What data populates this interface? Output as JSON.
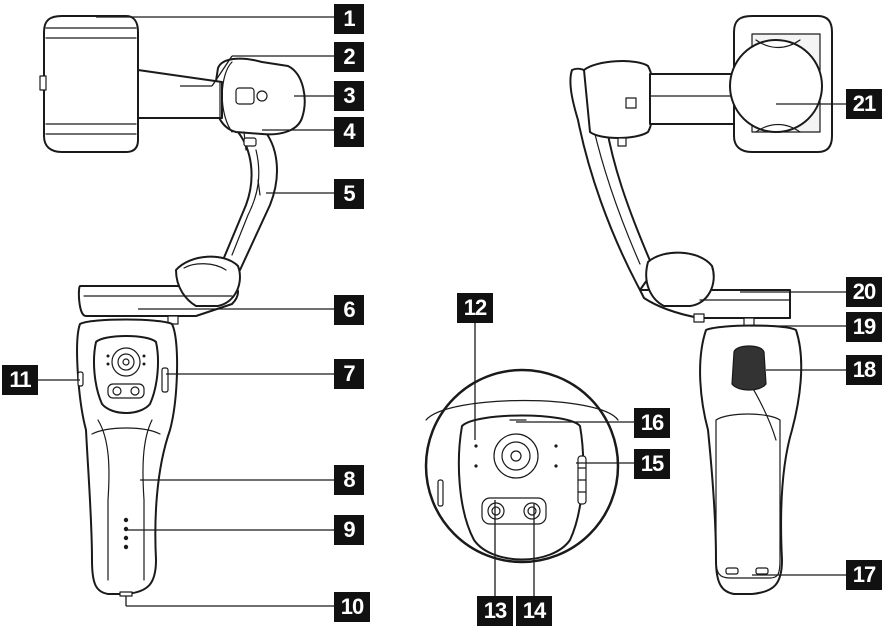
{
  "figure": {
    "callouts": [
      {
        "id": "c1",
        "label": "1"
      },
      {
        "id": "c2",
        "label": "2"
      },
      {
        "id": "c3",
        "label": "3"
      },
      {
        "id": "c4",
        "label": "4"
      },
      {
        "id": "c5",
        "label": "5"
      },
      {
        "id": "c6",
        "label": "6"
      },
      {
        "id": "c7",
        "label": "7"
      },
      {
        "id": "c8",
        "label": "8"
      },
      {
        "id": "c9",
        "label": "9"
      },
      {
        "id": "c10",
        "label": "10"
      },
      {
        "id": "c11",
        "label": "11"
      },
      {
        "id": "c12",
        "label": "12"
      },
      {
        "id": "c13",
        "label": "13"
      },
      {
        "id": "c14",
        "label": "14"
      },
      {
        "id": "c15",
        "label": "15"
      },
      {
        "id": "c16",
        "label": "16"
      },
      {
        "id": "c17",
        "label": "17"
      },
      {
        "id": "c18",
        "label": "18"
      },
      {
        "id": "c19",
        "label": "19"
      },
      {
        "id": "c20",
        "label": "20"
      },
      {
        "id": "c21",
        "label": "21"
      }
    ]
  },
  "colors": {
    "callout_bg": "#111111",
    "callout_text": "#ffffff",
    "line": "#1a1a1a",
    "background": "#ffffff"
  }
}
